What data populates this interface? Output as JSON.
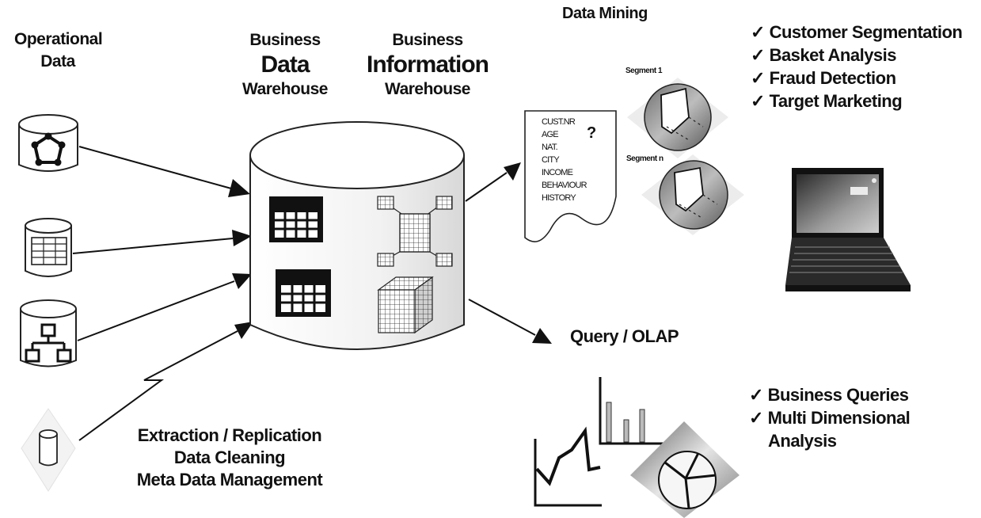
{
  "operational": {
    "line1": "Operational",
    "line2": "Data"
  },
  "bdw": {
    "line1": "Business",
    "line2": "Data",
    "line3": "Warehouse"
  },
  "biw": {
    "line1": "Business",
    "line2": "Information",
    "line3": "Warehouse"
  },
  "data_mining": {
    "title": "Data Mining"
  },
  "mining_doc": {
    "fields": [
      "CUST.NR",
      "AGE",
      "NAT.",
      "CITY",
      "INCOME",
      "BEHAVIOUR",
      "HISTORY"
    ],
    "question_mark": "?"
  },
  "segments": {
    "seg1": "Segment 1",
    "segn": "Segment n"
  },
  "mining_uses": {
    "items": [
      "Customer Segmentation",
      "Basket Analysis",
      "Fraud Detection",
      "Target Marketing"
    ]
  },
  "query": {
    "title": "Query / OLAP"
  },
  "query_uses": {
    "line1": "Business Queries",
    "line2": "Multi Dimensional",
    "line3": "Analysis"
  },
  "etl": {
    "line1": "Extraction / Replication",
    "line2": "Data Cleaning",
    "line3": "Meta Data Management"
  },
  "check_glyph": "✓",
  "icons": [
    "network-db-icon",
    "table-db-icon",
    "hierarchy-db-icon",
    "small-cylinder-icon",
    "laptop-icon",
    "bar-chart-icon",
    "line-chart-icon",
    "pie-chart-icon"
  ]
}
